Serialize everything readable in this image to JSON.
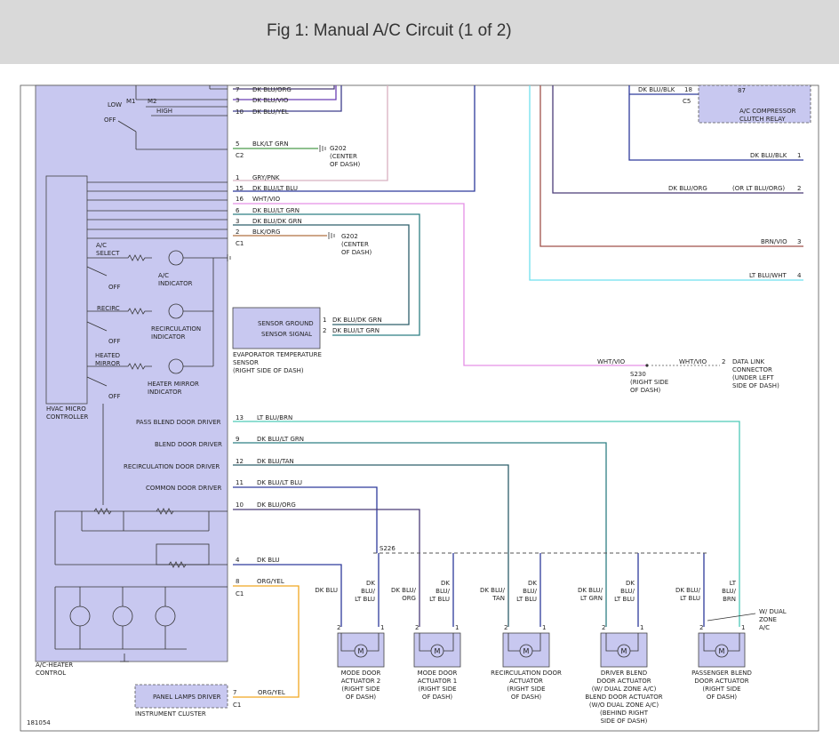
{
  "header": {
    "title": "Fig 1: Manual A/C Circuit (1 of 2)"
  },
  "colors": {
    "module_fill": "#c8c8f0",
    "dk_blu": "#2e3a9c",
    "dk_blu_org": "#4a3c78",
    "dk_blu_yel": "#3e3e8c",
    "dk_blu_vio": "#6b3fb3",
    "gry_pnk": "#d8b0c0",
    "wht_vio": "#e590e6",
    "lt_blu_wht": "#6fe0ef",
    "brn_vio": "#a0524a",
    "lt_blu_brn": "#4ec9b8",
    "dk_blu_lt_grn": "#2f7f84",
    "org_yel": "#f0a820",
    "blk_lt_grn": "#4c9a4c",
    "blk_org": "#b07040"
  },
  "modules": {
    "hvac_main": "HVAC MICRO\nCONTROLLER",
    "ac_heater_control": "A/C-HEATER\nCONTROL",
    "instrument_cluster": "INSTRUMENT CLUSTER",
    "panel_lamps_driver": "PANEL LAMPS DRIVER",
    "evap_sensor": [
      "EVAPORATOR TEMPERATURE",
      "SENSOR",
      "(RIGHT SIDE OF DASH)"
    ],
    "sensor_ground": "SENSOR GROUND",
    "sensor_signal": "SENSOR SIGNAL",
    "ac_comp_relay": [
      "A/C COMPRESSOR",
      "CLUTCH RELAY"
    ],
    "relay_pin": "87"
  },
  "switches": {
    "low": "LOW",
    "off": "OFF",
    "high": "HIGH",
    "m1": "M1",
    "m2": "M2",
    "ac_select": [
      "A/C",
      "SELECT"
    ],
    "ac_indicator": [
      "A/C",
      "INDICATOR"
    ],
    "recirc": "RECIRC",
    "recirc_indicator": [
      "RECIRCULATION",
      "INDICATOR"
    ],
    "heated_mirror": [
      "HEATED",
      "MIRROR"
    ],
    "heated_mirror_indicator": [
      "HEATER MIRROR",
      "INDICATOR"
    ]
  },
  "drivers": {
    "pass_blend": "PASS BLEND DOOR DRIVER",
    "blend": "BLEND DOOR DRIVER",
    "recirc": "RECIRCULATION DOOR DRIVER",
    "common": "COMMON DOOR DRIVER"
  },
  "connectors": {
    "c1": "C1",
    "c2": "C2",
    "c5": "C5"
  },
  "wires_top": [
    {
      "pin": "7",
      "label": "DK BLU/ORG"
    },
    {
      "pin": "3",
      "label": "DK BLU/VIO"
    },
    {
      "pin": "10",
      "label": "DK BLU/YEL"
    },
    {
      "pin": "5",
      "label": "BLK/LT GRN"
    },
    {
      "pin": "1",
      "label": "GRY/PNK"
    },
    {
      "pin": "15",
      "label": "DK BLU/LT BLU"
    },
    {
      "pin": "16",
      "label": "WHT/VIO"
    },
    {
      "pin": "6",
      "label": "DK BLU/LT GRN"
    },
    {
      "pin": "3",
      "label": "DK BLU/DK GRN"
    },
    {
      "pin": "2",
      "label": "BLK/ORG"
    }
  ],
  "grounds": {
    "g202_a": [
      "G202",
      "(CENTER",
      "OF DASH)"
    ],
    "g202_b": [
      "G202",
      "(CENTER",
      "OF DASH)"
    ]
  },
  "sensor_wires": [
    {
      "pin": "1",
      "label": "DK BLU/DK GRN"
    },
    {
      "pin": "2",
      "label": "DK BLU/LT GRN"
    }
  ],
  "right_wires": [
    {
      "label": "DK BLU/BLK",
      "num": "1"
    },
    {
      "label": "DK BLU/ORG",
      "extra": "(OR LT BLU/ORG)",
      "num": "2"
    },
    {
      "label": "BRN/VIO",
      "num": "3"
    },
    {
      "label": "LT BLU/WHT",
      "num": "4"
    }
  ],
  "relay_wire": {
    "label": "DK BLU/BLK",
    "pin": "18"
  },
  "data_link": {
    "left_label": "WHT/VIO",
    "right_label": "WHT/VIO",
    "pin": "2",
    "splice": [
      "S230",
      "(RIGHT SIDE",
      "OF DASH)"
    ],
    "name": [
      "DATA LINK",
      "CONNECTOR",
      "(UNDER LEFT",
      "SIDE OF DASH)"
    ]
  },
  "driver_wires": [
    {
      "pin": "13",
      "label": "LT BLU/BRN"
    },
    {
      "pin": "9",
      "label": "DK BLU/LT GRN"
    },
    {
      "pin": "12",
      "label": "DK BLU/TAN"
    },
    {
      "pin": "11",
      "label": "DK BLU/LT BLU"
    },
    {
      "pin": "10",
      "label": "DK BLU/ORG"
    },
    {
      "pin": "4",
      "label": "DK BLU"
    },
    {
      "pin": "8",
      "label": "ORG/YEL"
    }
  ],
  "splice_s226": "S226",
  "cluster_wire": {
    "pin": "7",
    "label": "ORG/YEL"
  },
  "actuators": [
    {
      "name": [
        "MODE DOOR",
        "ACTUATOR 2",
        "(RIGHT SIDE",
        "OF DASH)"
      ],
      "left": [
        "DK BLU"
      ],
      "right": [
        "DK",
        "BLU/",
        "LT BLU"
      ]
    },
    {
      "name": [
        "MODE DOOR",
        "ACTUATOR 1",
        "(RIGHT SIDE",
        "OF DASH)"
      ],
      "left": [
        "DK BLU/",
        "ORG"
      ],
      "right": [
        "DK",
        "BLU/",
        "LT BLU"
      ]
    },
    {
      "name": [
        "RECIRCULATION DOOR",
        "ACTUATOR",
        "(RIGHT SIDE",
        "OF DASH)"
      ],
      "left": [
        "DK BLU/",
        "TAN"
      ],
      "right": [
        "DK",
        "BLU/",
        "LT BLU"
      ]
    },
    {
      "name": [
        "DRIVER BLEND",
        "DOOR ACTUATOR",
        "(W/ DUAL ZONE A/C)",
        "BLEND DOOR ACTUATOR",
        "(W/O DUAL ZONE A/C)",
        "(BEHIND RIGHT",
        "SIDE OF DASH)"
      ],
      "left": [
        "DK BLU/",
        "LT GRN"
      ],
      "right": [
        "DK",
        "BLU/",
        "LT BLU"
      ]
    },
    {
      "name": [
        "PASSENGER BLEND",
        "DOOR ACTUATOR",
        "(RIGHT SIDE",
        "OF DASH)"
      ],
      "left": [
        "DK BLU/",
        "LT BLU"
      ],
      "right": [
        "LT",
        "BLU/",
        "BRN"
      ]
    }
  ],
  "dual_zone_note": [
    "W/ DUAL",
    "ZONE",
    "A/C"
  ],
  "pin_1": "1",
  "pin_2": "2",
  "motor_symbol": "M",
  "figure_id": "181054"
}
